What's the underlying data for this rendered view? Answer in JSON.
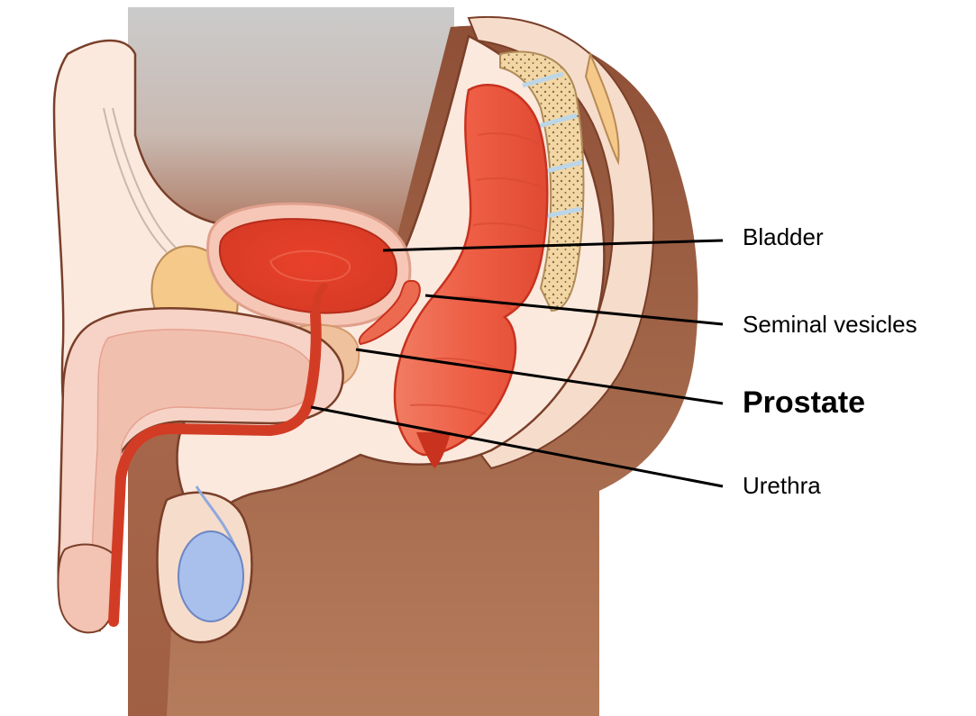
{
  "labels": {
    "bladder": "Bladder",
    "seminal_vesicles": "Seminal vesicles",
    "prostate": "Prostate",
    "urethra": "Urethra"
  },
  "emphasized_label": "prostate",
  "colors": {
    "skin_dark": "#8a4a33",
    "skin_mid": "#a2603f",
    "tissue_light": "#f6dccb",
    "tissue_pale": "#fbe9de",
    "organ_red": "#e8452e",
    "organ_red_dark": "#c8321f",
    "rectum": "#f06a50",
    "prostate_tan": "#efc19d",
    "fat_yellow": "#f4c98a",
    "testis_blue": "#a9c0ec",
    "spine_bone": "#f2d7a5",
    "leader_line": "#000000",
    "background_gray": "#cbcbcb"
  }
}
